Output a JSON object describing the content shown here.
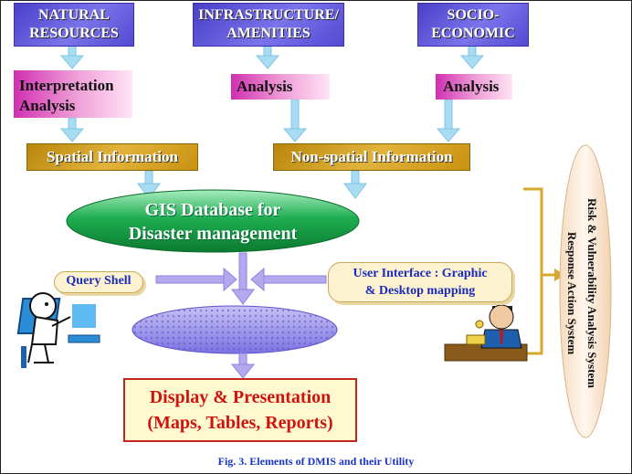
{
  "sources": {
    "natural": "NATURAL\nRESOURCES",
    "infra": "INFRASTRUCTURE/\nAMENITIES",
    "socio": "SOCIO-\nECONOMIC"
  },
  "processing": {
    "interpretation": "Interpretation\nAnalysis",
    "analysis_mid": "Analysis",
    "analysis_right": "Analysis"
  },
  "information": {
    "spatial": "Spatial Information",
    "non_spatial": "Non-spatial Information"
  },
  "database": "GIS Database for\nDisaster management",
  "query_shell": "Query Shell",
  "user_interface": "User Interface :  Graphic\n& Desktop mapping",
  "display": "Display & Presentation\n(Maps, Tables, Reports)",
  "side_system": "Risk & Vulnerability Analysis System\nResponse Action System",
  "caption": "Fig. 3. Elements of DMIS and their Utility",
  "colors": {
    "source_box": "#5a50d8",
    "analysis": "#d83fb8",
    "info_box": "#d4a020",
    "database_ellipse": "#1ea84a",
    "query_ellipse": "#8c84e8",
    "arrow": "#a0d8f0",
    "display_text": "#d1130f",
    "caption": "#1a33c8"
  }
}
